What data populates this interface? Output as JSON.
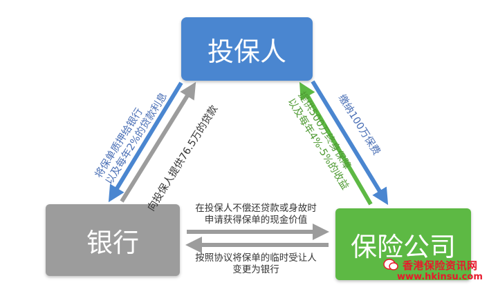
{
  "nodes": {
    "investor": "投保人",
    "bank": "银行",
    "insurer": "保险公司"
  },
  "edges": {
    "investor_to_bank": [
      "将保单质押给银行",
      "以及每年2%的贷款利息"
    ],
    "bank_to_investor": "向投保人提供76.5万的贷款",
    "insurer_to_investor": [
      "提供500万终身保障",
      "以及每年4%-5%的收益"
    ],
    "investor_to_insurer": "缴纳100万保费",
    "bank_to_insurer": [
      "在投保人不偿还贷款或身故时",
      "申请获得保单的现金价值"
    ],
    "insurer_to_bank": [
      "按照协议将保单的临时受让人",
      "变更为银行"
    ]
  },
  "watermark": {
    "name": "香港保险资讯网",
    "url": "www.hkinsu.com"
  },
  "colors": {
    "blue": "#4a86d0",
    "gray": "#9c9c9c",
    "green": "#5db944",
    "blue_text": "#4a6fb5",
    "green_text": "#4f9a33",
    "watermark": "#e8192c"
  }
}
